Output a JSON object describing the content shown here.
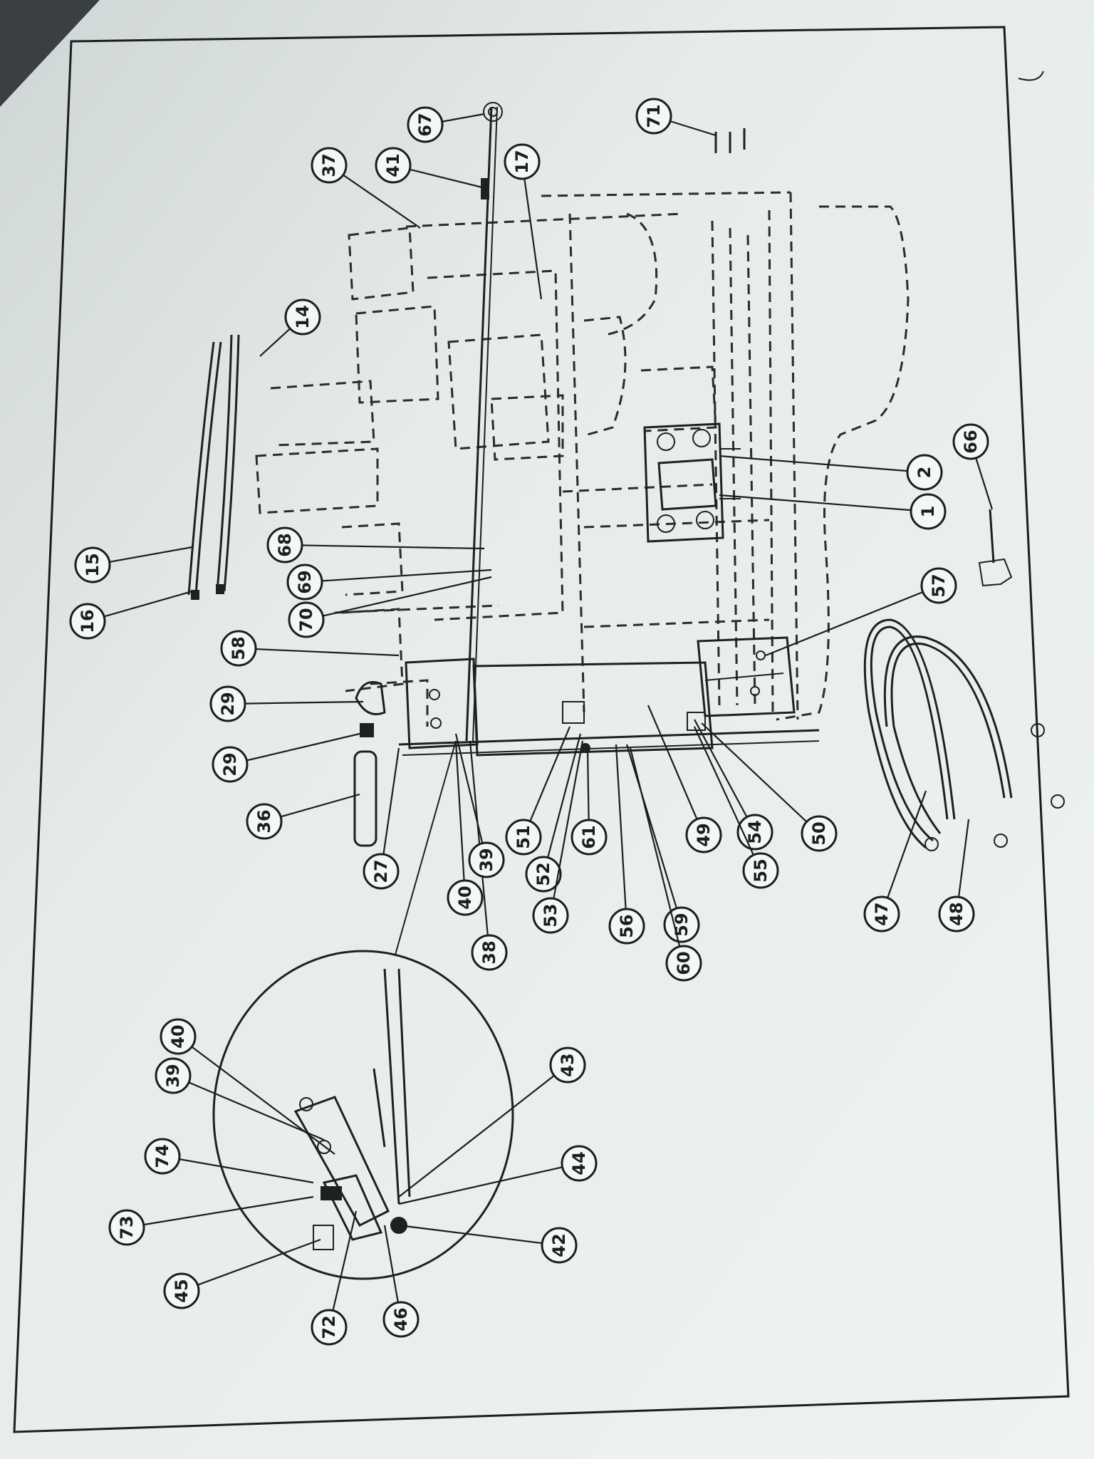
{
  "diagram": {
    "kind": "exploded parts diagram (photographed, rotated page)",
    "colors": {
      "paper": "#e9eeee",
      "ink": "#1c1d1f",
      "shadow": "#3a3f44"
    },
    "callouts": [
      {
        "id": "c1",
        "label": "1"
      },
      {
        "id": "c2",
        "label": "2"
      },
      {
        "id": "c14",
        "label": "14"
      },
      {
        "id": "c15",
        "label": "15"
      },
      {
        "id": "c16",
        "label": "16"
      },
      {
        "id": "c17",
        "label": "17"
      },
      {
        "id": "c27",
        "label": "27"
      },
      {
        "id": "c29a",
        "label": "29"
      },
      {
        "id": "c29b",
        "label": "29"
      },
      {
        "id": "c36",
        "label": "36"
      },
      {
        "id": "c37",
        "label": "37"
      },
      {
        "id": "c38",
        "label": "38"
      },
      {
        "id": "c39a",
        "label": "39"
      },
      {
        "id": "c40a",
        "label": "40"
      },
      {
        "id": "c39b",
        "label": "39"
      },
      {
        "id": "c40b",
        "label": "40"
      },
      {
        "id": "c41",
        "label": "41"
      },
      {
        "id": "c42",
        "label": "42"
      },
      {
        "id": "c43",
        "label": "43"
      },
      {
        "id": "c44",
        "label": "44"
      },
      {
        "id": "c45",
        "label": "45"
      },
      {
        "id": "c46",
        "label": "46"
      },
      {
        "id": "c47",
        "label": "47"
      },
      {
        "id": "c48",
        "label": "48"
      },
      {
        "id": "c49",
        "label": "49"
      },
      {
        "id": "c50",
        "label": "50"
      },
      {
        "id": "c51",
        "label": "51"
      },
      {
        "id": "c52",
        "label": "52"
      },
      {
        "id": "c53",
        "label": "53"
      },
      {
        "id": "c54",
        "label": "54"
      },
      {
        "id": "c55",
        "label": "55"
      },
      {
        "id": "c56",
        "label": "56"
      },
      {
        "id": "c57",
        "label": "57"
      },
      {
        "id": "c58",
        "label": "58"
      },
      {
        "id": "c59",
        "label": "59"
      },
      {
        "id": "c60",
        "label": "60"
      },
      {
        "id": "c61",
        "label": "61"
      },
      {
        "id": "c66",
        "label": "66"
      },
      {
        "id": "c67",
        "label": "67"
      },
      {
        "id": "c68",
        "label": "68"
      },
      {
        "id": "c69",
        "label": "69"
      },
      {
        "id": "c70",
        "label": "70"
      },
      {
        "id": "c71",
        "label": "71"
      },
      {
        "id": "c72",
        "label": "72"
      },
      {
        "id": "c73",
        "label": "73"
      },
      {
        "id": "c74",
        "label": "74"
      }
    ]
  }
}
